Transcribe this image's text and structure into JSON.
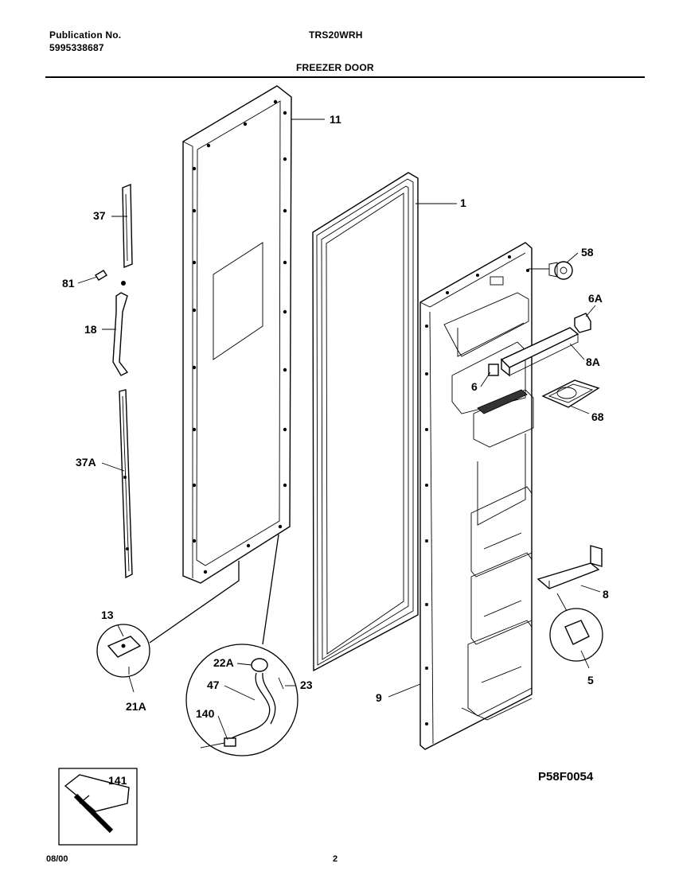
{
  "header": {
    "publication_label": "Publication No.",
    "publication_number": "5995338687",
    "model": "TRS20WRH",
    "section_title": "FREEZER DOOR"
  },
  "callouts": {
    "c11": "11",
    "c1": "1",
    "c37": "37",
    "c81": "81",
    "c18": "18",
    "c37a": "37A",
    "c58": "58",
    "c6a": "6A",
    "c8a": "8A",
    "c6": "6",
    "c68": "68",
    "c8": "8",
    "c5": "5",
    "c9": "9",
    "c13": "13",
    "c21a": "21A",
    "c22a": "22A",
    "c47": "47",
    "c23": "23",
    "c140": "140",
    "c141": "141"
  },
  "diagram_code": "P58F0054",
  "footer": {
    "date": "08/00",
    "page": "2"
  }
}
